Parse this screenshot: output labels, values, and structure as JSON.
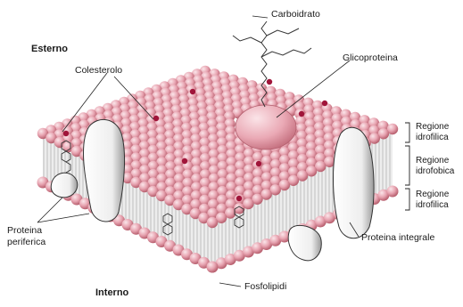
{
  "labels": {
    "esterno": "Esterno",
    "interno": "Interno",
    "carboidrato": "Carboidrato",
    "glicoproteina": "Glicoproteina",
    "colesterolo": "Colesterolo",
    "proteina_periferica_1": "Proteina",
    "proteina_periferica_2": "periferica",
    "proteina_integrale": "Proteina integrale",
    "fosfolipidi": "Fosfolipidi"
  },
  "regions": [
    {
      "line1": "Regione",
      "line2": "idrofilica"
    },
    {
      "line1": "Regione",
      "line2": "idrofobica"
    },
    {
      "line1": "Regione",
      "line2": "idrofilica"
    }
  ],
  "colors": {
    "head": "#e7a3b0",
    "head_light": "#f7dde2",
    "head_dark": "#b8606f",
    "cholesterol_dot": "#a0153a",
    "tail": "#c9c9c9",
    "protein": "#f2f2f2"
  }
}
